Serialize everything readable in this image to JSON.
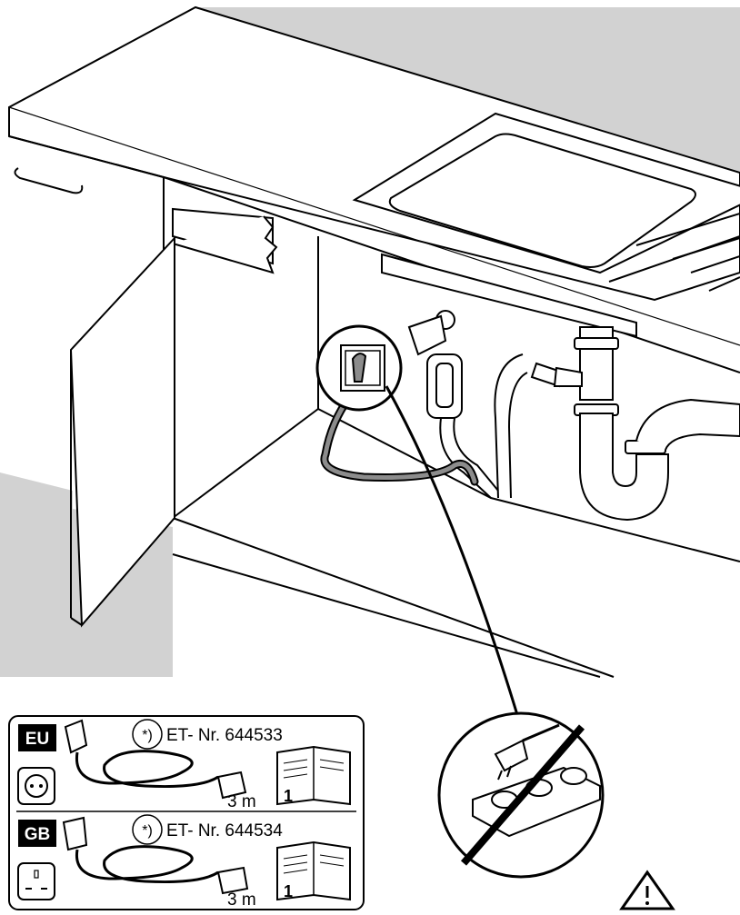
{
  "variants": [
    {
      "region": "EU",
      "asterisk": "*)",
      "part_number": "ET- Nr. 644533",
      "cable_length": "3 m",
      "manual_page": "1",
      "socket_icon": "schuko-socket-icon",
      "plug_icon": "schuko-plug-icon"
    },
    {
      "region": "GB",
      "asterisk": "*)",
      "part_number": "ET- Nr. 644534",
      "cable_length": "3 m",
      "manual_page": "1",
      "socket_icon": "uk-socket-icon",
      "plug_icon": "uk-plug-icon"
    }
  ],
  "warning_icon": "warning-triangle-icon",
  "prohibited_icon": "power-strip-prohibited-icon",
  "colors": {
    "floor_gray": "#d2d2d2",
    "cord_gray": "#8c8c8c",
    "line": "#000000",
    "badge_bg": "#000000"
  }
}
